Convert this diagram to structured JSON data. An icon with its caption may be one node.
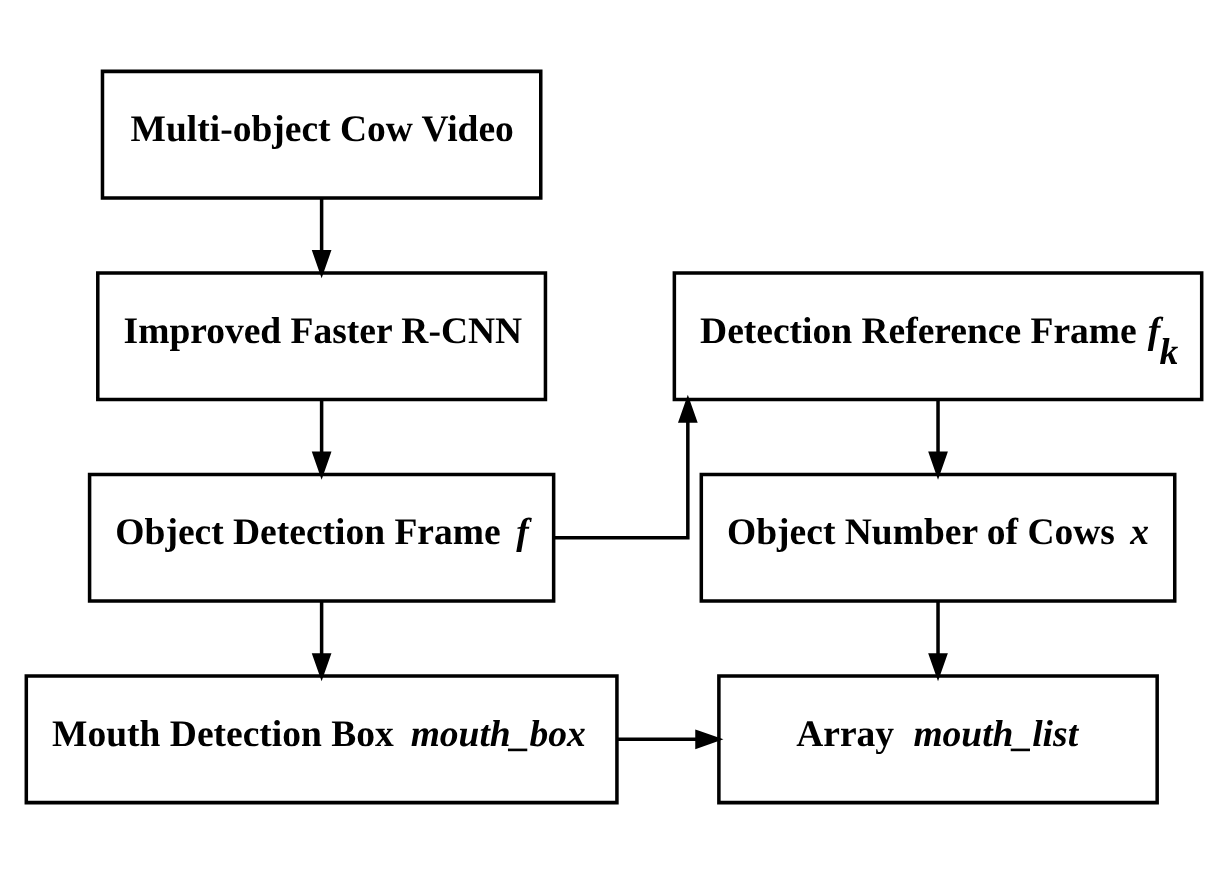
{
  "diagram": {
    "nodes": [
      {
        "text": [
          "Multi-object Cow Video"
        ]
      },
      {
        "text": [
          "Improved Faster R-CNN"
        ]
      },
      {
        "text": [
          "Object Detection Frame *f*"
        ]
      },
      {
        "text": [
          "Mouth Detection Box *mouth_box*"
        ]
      },
      {
        "text": [
          "Detection Reference Frame *f*$_{k}$"
        ]
      },
      {
        "text": [
          "Object Number of Cows *x*"
        ]
      },
      {
        "text": [
          "Array *mouth_list*"
        ]
      }
    ],
    "edges": [
      {
        "from": 0,
        "to": 1,
        "arrow": "to"
      },
      {
        "from": 1,
        "to": 2,
        "arrow": "to"
      },
      {
        "from": 2,
        "to": 3,
        "arrow": "to"
      },
      {
        "from": 2,
        "to": 4,
        "arrow": "to"
      },
      {
        "from": 4,
        "to": 5,
        "arrow": "to"
      },
      {
        "from": 5,
        "to": 6,
        "arrow": "to"
      },
      {
        "from": 3,
        "to": 6,
        "arrow": "to"
      }
    ]
  }
}
